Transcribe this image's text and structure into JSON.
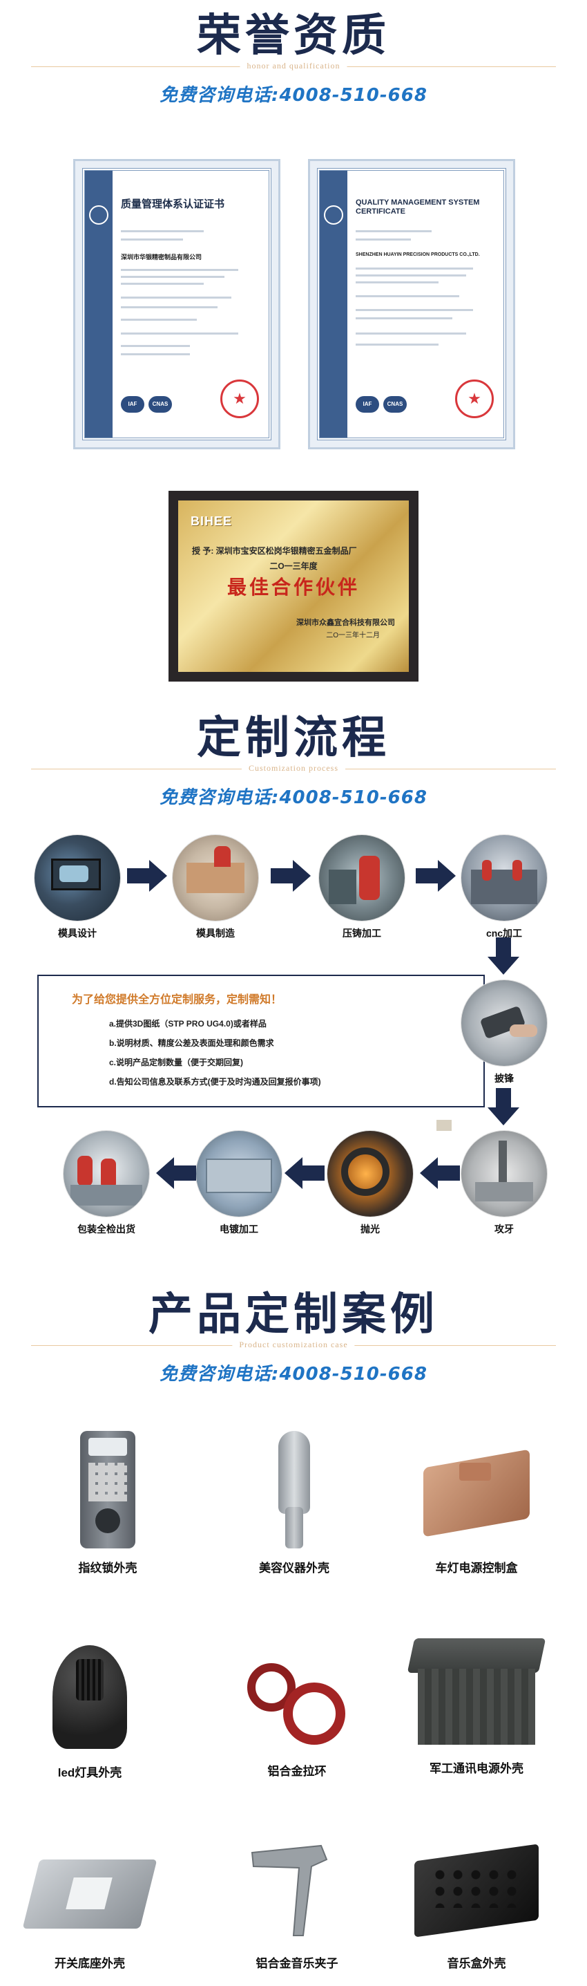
{
  "honor": {
    "title": "荣誉资质",
    "subtitle": "honor and qualification",
    "phone": "免费咨询电话:4008-510-668",
    "cert_cn_title": "质量管理体系认证证书",
    "cert_cn_company": "深圳市华银精密制品有限公司",
    "cert_en_title": "QUALITY MANAGEMENT SYSTEM CERTIFICATE",
    "cert_en_company": "SHENZHEN HUAYIN PRECISION PRODUCTS CO.,LTD.",
    "plaque_brand": "BIHEE",
    "plaque_recipient": "授 予: 深圳市宝安区松岗华银精密五金制品厂",
    "plaque_year": "二O一三年度",
    "plaque_award": "最佳合作伙伴",
    "plaque_issuer": "深圳市众鑫宜合科技有限公司",
    "plaque_date": "二O一三年十二月"
  },
  "process": {
    "title": "定制流程",
    "subtitle": "Customization process",
    "phone": "免费咨询电话:4008-510-668",
    "steps": [
      "模具设计",
      "模具制造",
      "压铸加工",
      "cnc加工",
      "披锋",
      "攻牙",
      "抛光",
      "电镀加工",
      "包装全检出货"
    ],
    "info_heading": "为了给您提供全方位定制服务，定制需知！",
    "info_items": [
      "a.提供3D图纸（STP PRO UG4.0)或者样品",
      "b.说明材质、精度公差及表面处理和颜色需求",
      "c.说明产品定制数量（便于交期回复)",
      "d.告知公司信息及联系方式(便于及时沟通及回复报价事项)"
    ]
  },
  "products": {
    "title": "产品定制案例",
    "subtitle": "Product customization case",
    "phone": "免费咨询电话:4008-510-668",
    "items": [
      "指纹锁外壳",
      "美容仪器外壳",
      "车灯电源控制盒",
      "led灯具外壳",
      "铝合金拉环",
      "军工通讯电源外壳",
      "开关底座外壳",
      "铝合金音乐夹子",
      "音乐盒外壳"
    ]
  },
  "colors": {
    "navy": "#1c2a4d",
    "phone_blue": "#1f74c4",
    "accent_orange": "#d07a2a",
    "line_tan": "#e9c9a0"
  }
}
